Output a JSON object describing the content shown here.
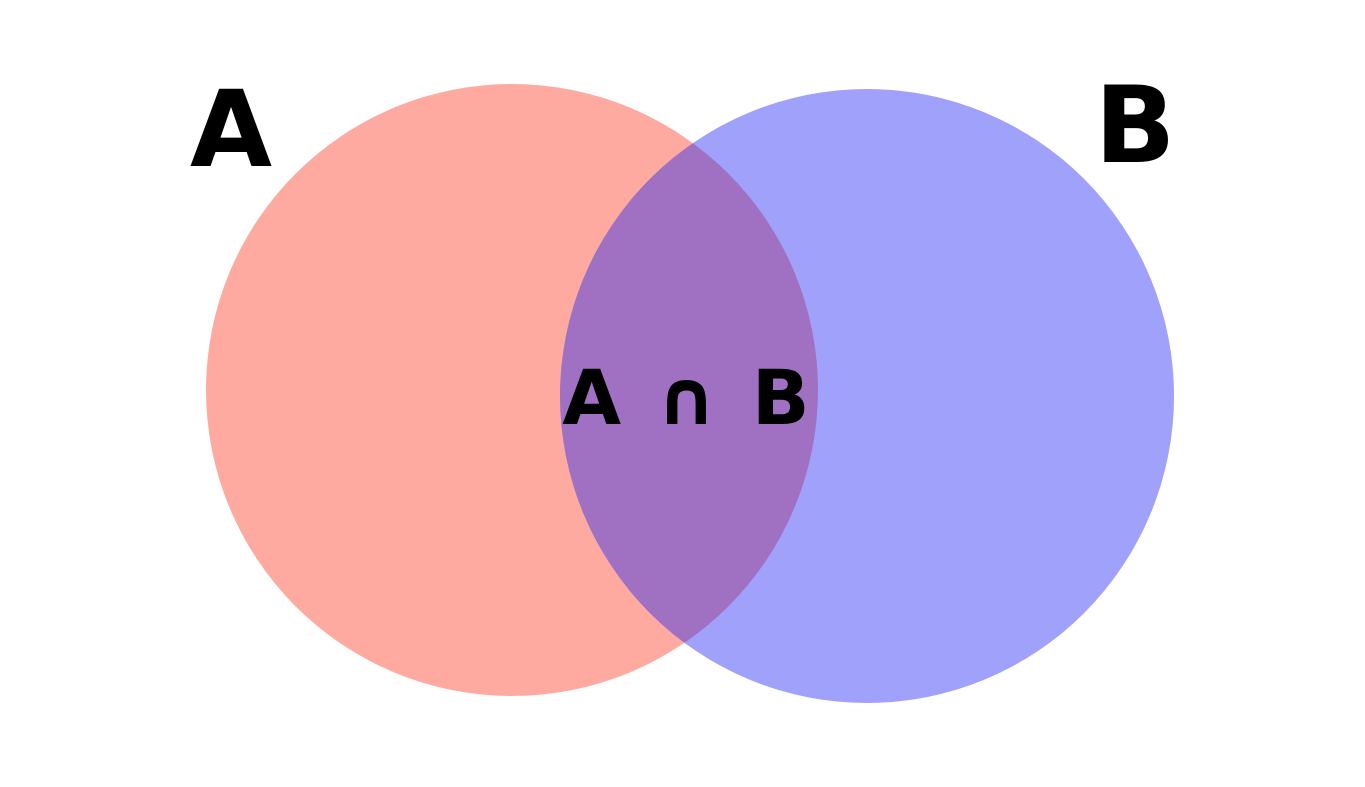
{
  "diagram": {
    "type": "venn",
    "sets": [
      {
        "id": "A",
        "label": "A",
        "color": "#FFAAA1"
      },
      {
        "id": "B",
        "label": "B",
        "color": "#A0A1FA"
      }
    ],
    "intersection": {
      "label": "A ∩ B",
      "color": "#A071C3"
    }
  }
}
